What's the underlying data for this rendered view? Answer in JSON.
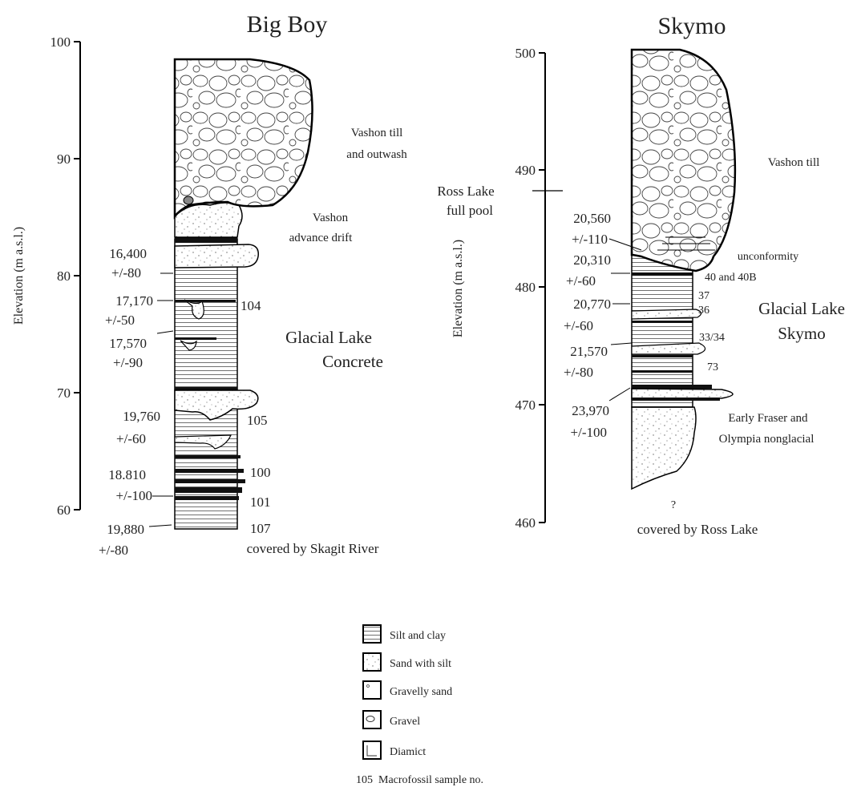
{
  "big_boy": {
    "title": "Big Boy",
    "axis_label": "Elevation (m a.s.l.)",
    "ticks": [
      "100",
      "90",
      "80",
      "70",
      "60"
    ],
    "labels": {
      "till": [
        "Vashon till",
        "and outwash"
      ],
      "drift": [
        "Vashon",
        "advance drift"
      ],
      "lake": [
        "Glacial Lake",
        "Concrete"
      ],
      "covered": "covered by Skagit River"
    },
    "dates": [
      {
        "age": "16,400",
        "err": "+/-80"
      },
      {
        "age": "17,170",
        "err": "+/-50"
      },
      {
        "age": "17,570",
        "err": "+/-90"
      },
      {
        "age": "19,760",
        "err": "+/-60"
      },
      {
        "age": "18.810",
        "err": "+/-100"
      },
      {
        "age": "19,880",
        "err": "+/-80"
      }
    ],
    "samples": [
      "104",
      "105",
      "100",
      "101",
      "107"
    ]
  },
  "skymo": {
    "title": "Skymo",
    "axis_label": "Elevation (m a.s.l.)",
    "ticks": [
      "500",
      "490",
      "480",
      "470",
      "460"
    ],
    "pool_label": [
      "Ross Lake",
      "full pool"
    ],
    "labels": {
      "till": "Vashon till",
      "unconformity": "unconformity",
      "lake": [
        "Glacial Lake",
        "Skymo"
      ],
      "early": [
        "Early Fraser and",
        "Olympia nonglacial"
      ],
      "question": "?",
      "covered": "covered by Ross Lake"
    },
    "dates": [
      {
        "age": "20,560",
        "err": "+/-110"
      },
      {
        "age": "20,310",
        "err": "+/-60"
      },
      {
        "age": "20,770",
        "err": "+/-60"
      },
      {
        "age": "21,570",
        "err": "+/-80"
      },
      {
        "age": "23,970",
        "err": "+/-100"
      }
    ],
    "samples": [
      "40 and 40B",
      "37",
      "36",
      "33/34",
      "73"
    ]
  },
  "legend": {
    "items": [
      "Silt and clay",
      "Sand with silt",
      "Gravelly sand",
      "Gravel",
      "Diamict"
    ],
    "sample_key": {
      "number": "105",
      "text": "Macrofossil sample no."
    }
  }
}
